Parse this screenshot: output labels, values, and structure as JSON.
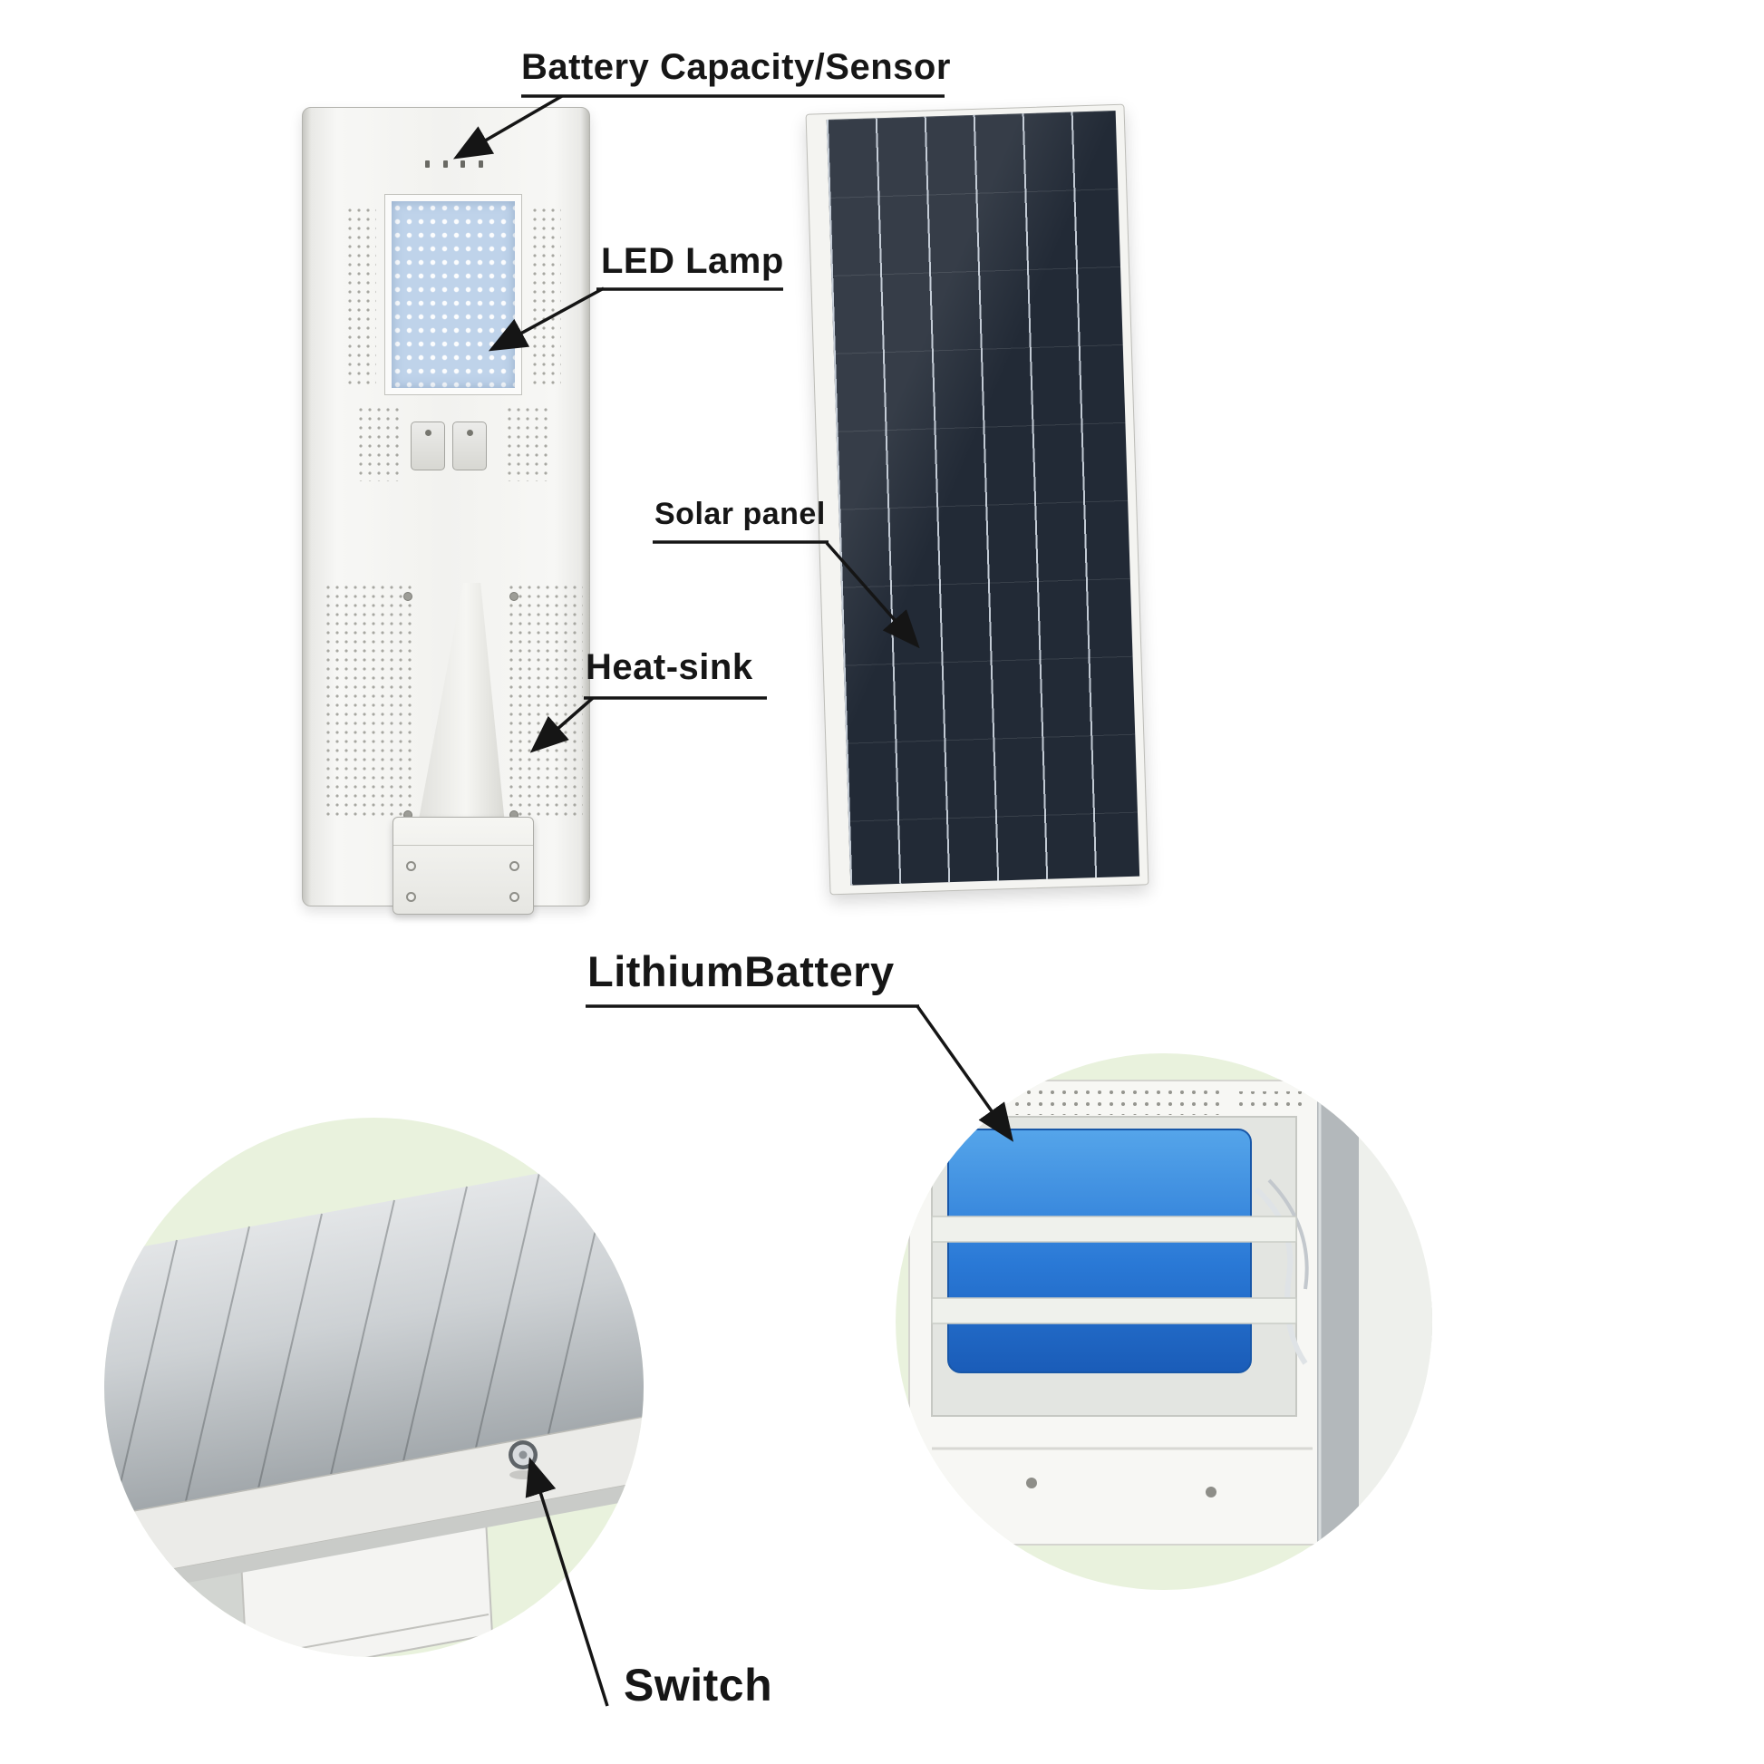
{
  "title": "All-in-one solar street light parts diagram",
  "labels": {
    "battery_sensor": "Battery Capacity/Sensor",
    "led_lamp": "LED Lamp",
    "solar_panel": "Solar panel",
    "heat_sink": "Heat-sink",
    "lithium_battery": "LithiumBattery",
    "switch": "Switch"
  },
  "colors": {
    "background": "#ffffff",
    "label_text": "#161616",
    "leader_line": "#151515",
    "fixture_body": "#f2f2ef",
    "led_window": "#bfd3ea",
    "solar_cells": "#222a36",
    "solar_frame": "#f4f4f1",
    "inset_background": "#e9f2dd",
    "battery_blue": "#2f7fd8",
    "bracket_white": "#f4f4f2"
  }
}
